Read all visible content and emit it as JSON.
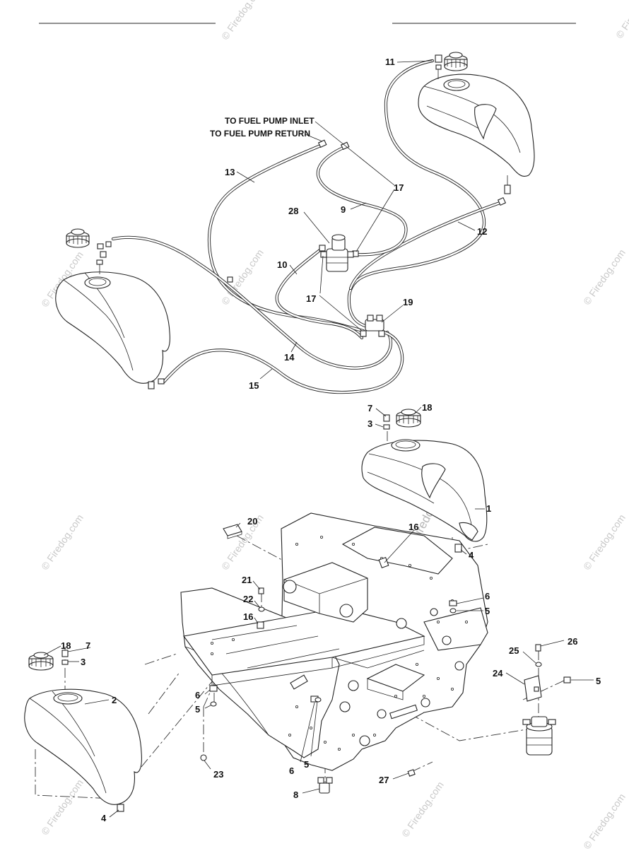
{
  "notes": {
    "inlet": "TO FUEL PUMP INLET",
    "return": "TO FUEL PUMP RETURN"
  },
  "watermark": {
    "side": "© Firedog.com",
    "center": "© Firedog.com"
  },
  "callouts": {
    "c1": "1",
    "c2": "2",
    "c3a": "3",
    "c3b": "3",
    "c4a": "4",
    "c4b": "4",
    "c5a": "5",
    "c5b": "5",
    "c5c": "5",
    "c5d": "5",
    "c6a": "6",
    "c6b": "6",
    "c6c": "6",
    "c7a": "7",
    "c7b": "7",
    "c8": "8",
    "c9": "9",
    "c10": "10",
    "c11": "11",
    "c12": "12",
    "c13": "13",
    "c14": "14",
    "c15": "15",
    "c16a": "16",
    "c16b": "16",
    "c17a": "17",
    "c17b": "17",
    "c18a": "18",
    "c18b": "18",
    "c19": "19",
    "c20": "20",
    "c21": "21",
    "c22": "22",
    "c23": "23",
    "c24": "24",
    "c25": "25",
    "c26": "26",
    "c27": "27",
    "c28": "28"
  },
  "colors": {
    "line": "#222222",
    "watermark": "#c9c9c9",
    "background": "#ffffff"
  }
}
